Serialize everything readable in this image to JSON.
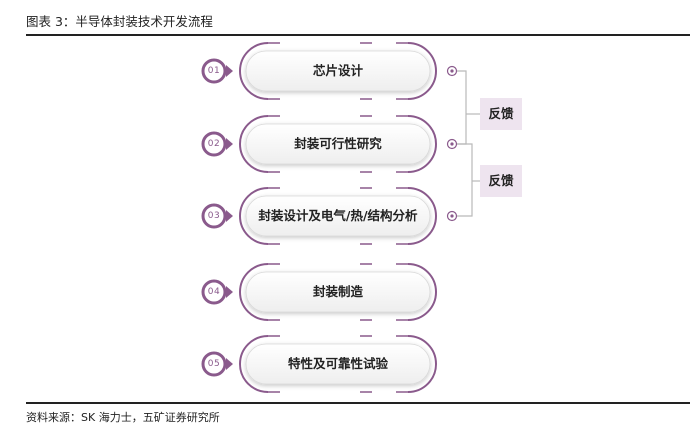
{
  "figure_title": "图表 3：半导体封装技术开发流程",
  "source": "资料来源：SK 海力士，五矿证券研究所",
  "steps": [
    {
      "num": "01",
      "label": "芯片设计"
    },
    {
      "num": "02",
      "label": "封装可行性研究"
    },
    {
      "num": "03",
      "label": "封装设计及电气/热/结构分析"
    },
    {
      "num": "04",
      "label": "封装制造"
    },
    {
      "num": "05",
      "label": "特性及可靠性试验"
    }
  ],
  "feedback": [
    {
      "label": "反馈"
    },
    {
      "label": "反馈"
    }
  ],
  "colors": {
    "accent": "#8a5a8c",
    "feedback_bg": "#eee4ef",
    "pill_fill": "#ffffff"
  }
}
